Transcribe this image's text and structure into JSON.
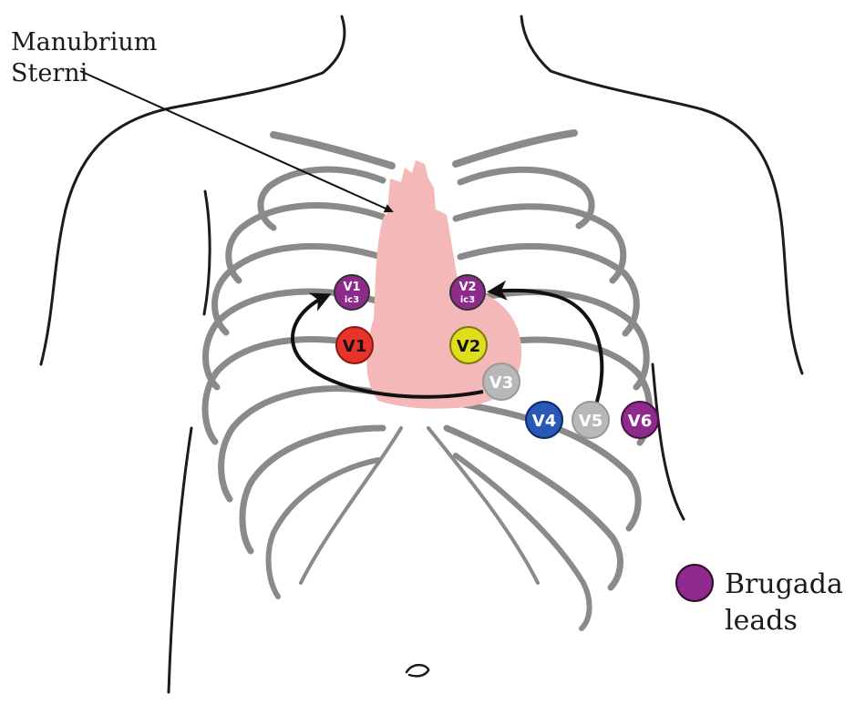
{
  "annotation": {
    "line1": "Manubrium",
    "line2": "Sterni"
  },
  "legend": {
    "line1": "Brugada",
    "line2": "leads",
    "swatch_color": "#8e2a8c"
  },
  "leads": [
    {
      "id": "v1-ic3",
      "label": "V1",
      "sub": "ic3",
      "color": "#8e2a8c",
      "text_color": "#ffffff"
    },
    {
      "id": "v2-ic3",
      "label": "V2",
      "sub": "ic3",
      "color": "#8e2a8c",
      "text_color": "#ffffff"
    },
    {
      "id": "v1",
      "label": "V1",
      "sub": "",
      "color": "#e8322a",
      "text_color": "#111111"
    },
    {
      "id": "v2",
      "label": "V2",
      "sub": "",
      "color": "#dede1e",
      "text_color": "#111111"
    },
    {
      "id": "v3",
      "label": "V3",
      "sub": "",
      "color": "#b8b8b8",
      "text_color": "#ffffff"
    },
    {
      "id": "v4",
      "label": "V4",
      "sub": "",
      "color": "#2a58b6",
      "text_color": "#ffffff"
    },
    {
      "id": "v5",
      "label": "V5",
      "sub": "",
      "color": "#b8b8b8",
      "text_color": "#ffffff"
    },
    {
      "id": "v6",
      "label": "V6",
      "sub": "",
      "color": "#8e2a8c",
      "text_color": "#ffffff"
    }
  ],
  "colors": {
    "heart": "#f4b8b8",
    "ribs": "#8a8a8a",
    "outline": "#1c1c1c"
  }
}
